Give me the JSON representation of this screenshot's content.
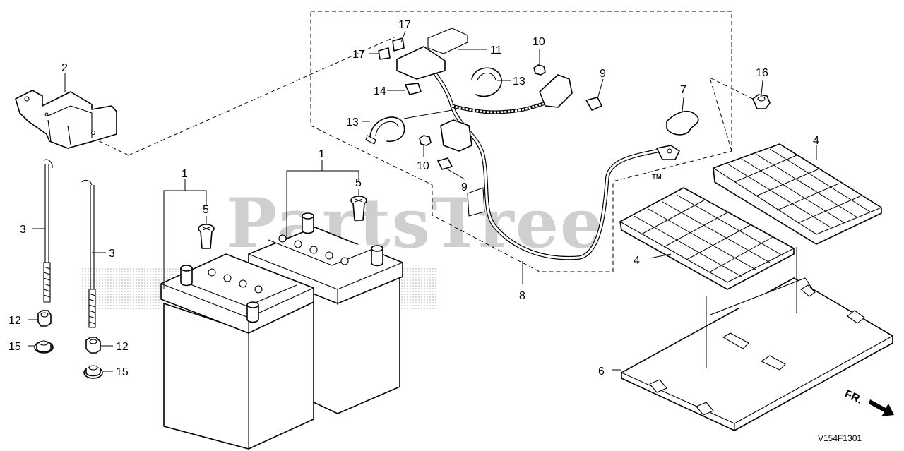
{
  "watermark": "PartsTree",
  "trademark": "™",
  "diagram_code": "V154F1301",
  "direction_label": "FR.",
  "callouts": {
    "c1a": "1",
    "c1b": "1",
    "c2": "2",
    "c3a": "3",
    "c3b": "3",
    "c4a": "4",
    "c4b": "4",
    "c5a": "5",
    "c5b": "5",
    "c6": "6",
    "c7": "7",
    "c8": "8",
    "c9a": "9",
    "c9b": "9",
    "c10a": "10",
    "c10b": "10",
    "c11": "11",
    "c12a": "12",
    "c12b": "12",
    "c13a": "13",
    "c13b": "13",
    "c14": "14",
    "c15a": "15",
    "c15b": "15",
    "c16": "16",
    "c17a": "17",
    "c17b": "17"
  },
  "colors": {
    "ink": "#000000",
    "watermark": "#cfcfcf",
    "stipple": "#9a9a9a"
  }
}
